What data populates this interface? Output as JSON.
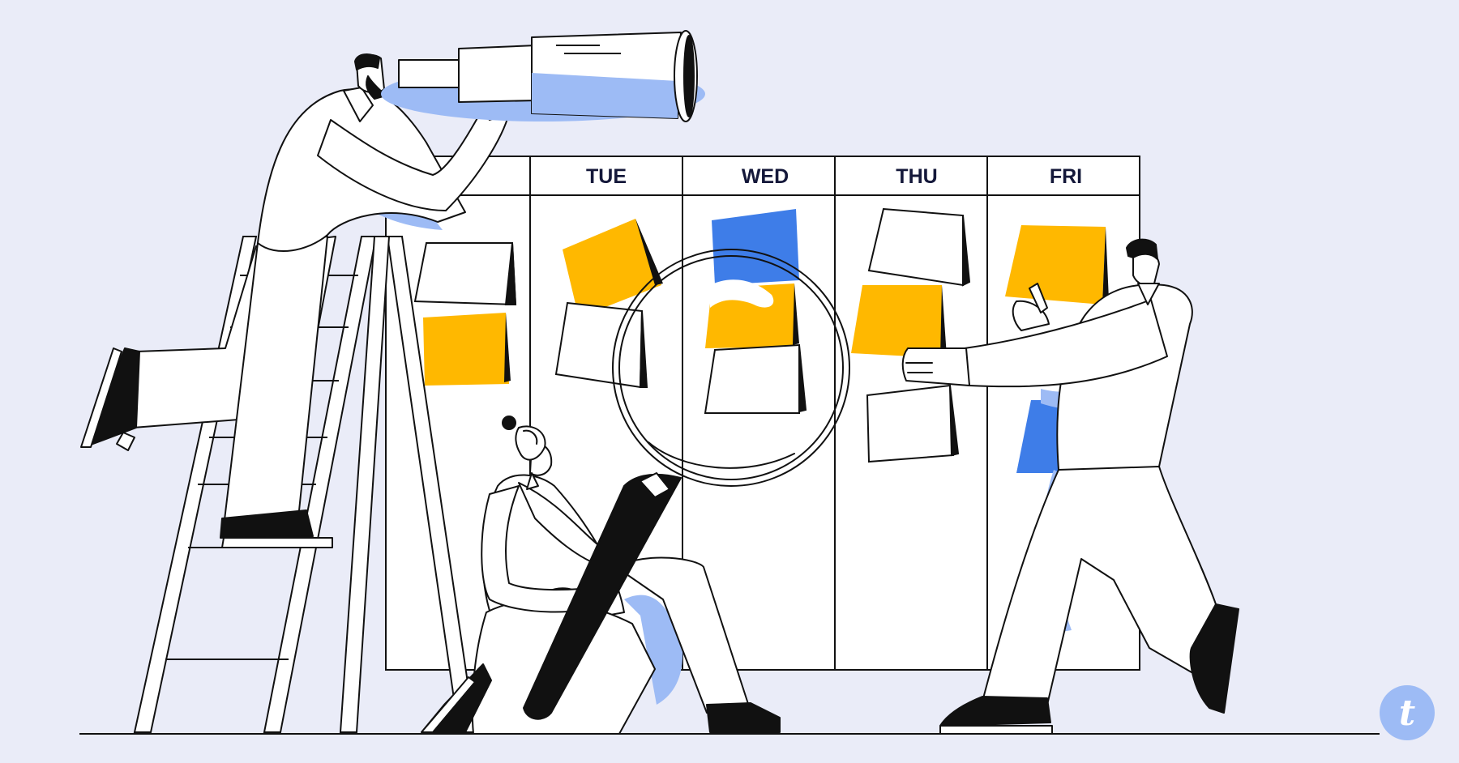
{
  "colors": {
    "background": "#eaecf8",
    "outline": "#111111",
    "accent_blue": "#3e7de8",
    "light_blue": "#9dbbf5",
    "sticky_yellow": "#ffb800",
    "paper": "#ffffff",
    "logo_circle": "#9dbbf5"
  },
  "board": {
    "days": [
      "TUE",
      "WED",
      "THU",
      "FRI"
    ]
  },
  "logo": {
    "letter": "t"
  },
  "illustration": {
    "figures": [
      "man-with-telescope-on-ladder",
      "woman-with-magnifying-glass",
      "man-placing-sticky-note"
    ],
    "objects": [
      "telescope-icon",
      "magnifying-glass-icon",
      "ladder-icon",
      "sticky-notes",
      "schedule-board"
    ]
  }
}
